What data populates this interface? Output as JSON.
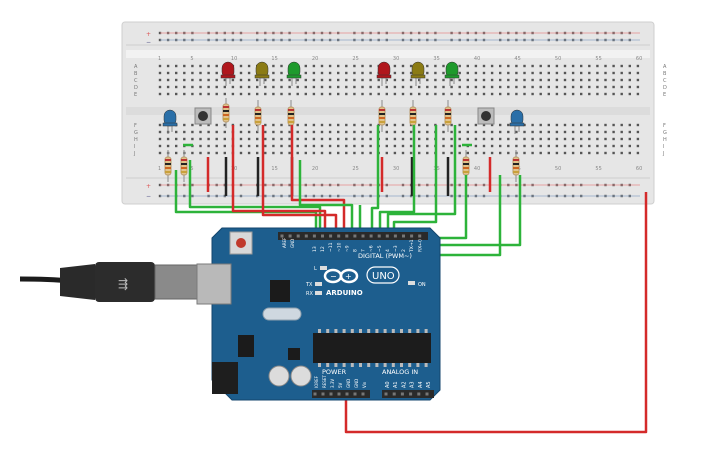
{
  "breadboard": {
    "row_letters_top": [
      "A",
      "B",
      "C",
      "D",
      "E"
    ],
    "row_letters_bottom": [
      "F",
      "G",
      "H",
      "I",
      "J"
    ],
    "column_numbers": [
      "1",
      "5",
      "10",
      "15",
      "20",
      "25",
      "30",
      "35",
      "40",
      "45",
      "50",
      "55",
      "60"
    ],
    "power_plus": "+",
    "power_minus": "−"
  },
  "components": {
    "leds": [
      {
        "id": "led-red-1",
        "color": "#b0161c"
      },
      {
        "id": "led-yellow-1",
        "color": "#8b7b14"
      },
      {
        "id": "led-green-1",
        "color": "#1e9a2c"
      },
      {
        "id": "led-red-2",
        "color": "#b0161c"
      },
      {
        "id": "led-yellow-2",
        "color": "#8b7b14"
      },
      {
        "id": "led-green-2",
        "color": "#1e9a2c"
      },
      {
        "id": "led-blue-1",
        "color": "#2a6fa8"
      },
      {
        "id": "led-blue-2",
        "color": "#2a6fa8"
      }
    ],
    "buttons": [
      "pushbutton-1",
      "pushbutton-2"
    ]
  },
  "arduino": {
    "brand": "ARDUINO",
    "model": "UNO",
    "digital_label": "DIGITAL (PWM~)",
    "power_label": "POWER",
    "analog_label": "ANALOG IN",
    "on_label": "ON",
    "l_label": "L",
    "tx_label": "TX",
    "rx_label": "RX",
    "aref": "AREF",
    "gnd_top": "GND",
    "digital_pins": [
      "13",
      "12",
      "~11",
      "~10",
      "~9",
      "8",
      "7",
      "~6",
      "~5",
      "4",
      "~3",
      "2",
      "TX→1",
      "RX←0"
    ],
    "power_pins": [
      "IOREF",
      "RESET",
      "3.3V",
      "5V",
      "GND",
      "GND",
      "Vin"
    ],
    "analog_pins": [
      "A0",
      "A1",
      "A2",
      "A3",
      "A4",
      "A5"
    ]
  },
  "colors": {
    "wire_green": "#2db33a",
    "wire_red": "#d42a2a",
    "wire_black": "#222222",
    "board_blue": "#1d5e8e",
    "breadboard": "#e8e8e8"
  }
}
